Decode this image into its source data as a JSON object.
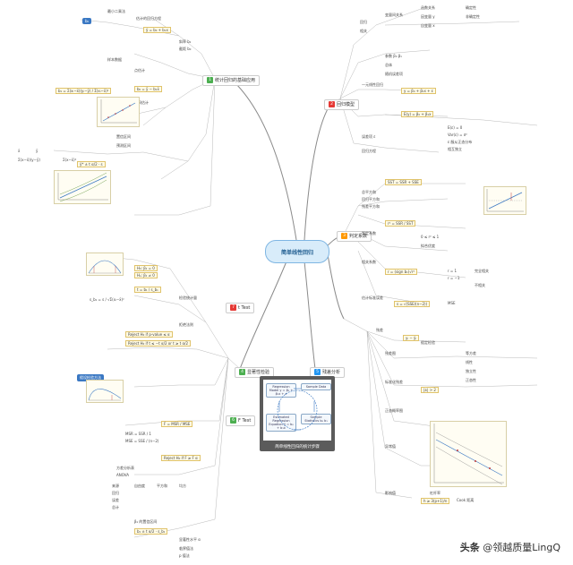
{
  "center": {
    "label": "简单线性回归"
  },
  "colors": {
    "sec1": "#4caf50",
    "sec2": "#e53935",
    "sec3": "#ff9800",
    "sec4": "#4caf50",
    "sec5": "#2196f3",
    "sec6": "#4caf50",
    "callout": "#3a78c3",
    "branch_line": "#7a7a7a"
  },
  "branches": [
    {
      "id": "sec1",
      "num": "1",
      "label": "统计回归的基础应用"
    },
    {
      "id": "sec2",
      "num": "2",
      "label": "回归模型"
    },
    {
      "id": "sec3",
      "num": "3",
      "label": "判定系数"
    },
    {
      "id": "sec4",
      "num": "4",
      "label": "显著性检验"
    },
    {
      "id": "sec5",
      "num": "5",
      "label": "残差分析"
    },
    {
      "id": "sec6",
      "num": "6",
      "label": "F Test"
    },
    {
      "id": "sec7",
      "num": "7",
      "label": "t Test"
    }
  ],
  "left_top": {
    "callout": "b₀",
    "items": [
      "最小二乘法",
      "估计的回归方程",
      "ŷ = b₀ + b₁x",
      "斜率 b₁",
      "截距 b₀",
      "样本数据",
      "点估计",
      "区间估计",
      "置信区间",
      "预测区间",
      "ŷ* ± t α/2 · s",
      "x̄",
      "ȳ",
      "Σ(x−x̄)(y−ȳ)",
      "Σ(x−x̄)²",
      "b₁ = Σ(xᵢ−x̄)(yᵢ−ȳ) / Σ(xᵢ−x̄)²",
      "b₀ = ȳ − b₁x̄"
    ]
  },
  "right_top": {
    "items": [
      "回归",
      "相关",
      "变量间关系",
      "函数关系",
      "因变量 y",
      "自变量 x",
      "确定性",
      "非确定性",
      "一元线性回归",
      "y = β₀ + β₁x + ε",
      "E(y) = β₀ + β₁x",
      "误差项 ε",
      "E(ε) = 0",
      "Var(ε) = σ²",
      "ε 服从正态分布",
      "相互独立",
      "回归方程",
      "参数 β₀ β₁",
      "总体",
      "随机误差项"
    ]
  },
  "right_mid": {
    "items": [
      "SST = SSR + SSE",
      "总平方和",
      "回归平方和",
      "残差平方和",
      "r² = SSR / SST",
      "判定系数",
      "相关系数",
      "r = (sign b₁)√r²",
      "0 ≤ r² ≤ 1",
      "拟合优度",
      "估计标准误差",
      "s = √(SSE/(n−2))",
      "MSE",
      "r = 1",
      "r = −1",
      "完全相关",
      "不相关"
    ]
  },
  "right_bottom": {
    "items": [
      "残差",
      "yᵢ − ŷᵢ",
      "残差图",
      "标准化残差",
      "正态概率图",
      "异常值",
      "影响值",
      "杠杆率",
      "等方差",
      "线性",
      "独立性",
      "正态性",
      "假定检验",
      "h ≥ 3(p+1)/n",
      "|zᵢ| > 2",
      "Cook 距离"
    ]
  },
  "left_bottom": {
    "callout": "假设检验方法",
    "items": [
      "H₀: β₁ = 0",
      "Hₐ: β₁ ≠ 0",
      "t = b₁ / s_b₁",
      "s_b₁ = s / √Σ(xᵢ−x̄)²",
      "Reject H₀ if p-value ≤ α",
      "Reject H₀ if t ≤ −t α/2 or t ≥ t α/2",
      "F = MSR / MSE",
      "MSR = SSR / 1",
      "MSE = SSE / (n−2)",
      "Reject H₀ if F ≥ F α",
      "方差分析表",
      "ANOVA",
      "自由度",
      "平方和",
      "均方",
      "来源",
      "回归",
      "误差",
      "总计",
      "β₁ 的置信区间",
      "b₁ ± t α/2 · s_b₁",
      "检验统计量",
      "拒绝法则",
      "显著性水平 α",
      "临界值法",
      "p 值法"
    ]
  },
  "panel": {
    "caption": "简单线性回归的统计步骤",
    "n1": "Regression Model y = β₀ + β₁x + ε",
    "n2": "Sample Data",
    "n3": "Estimated Regression Equation ŷ = b₀ + b₁x",
    "n4": "Sample Statistics b₀ b₁"
  },
  "watermark": {
    "logo": "头条",
    "text": "@领越质量LingQ"
  }
}
